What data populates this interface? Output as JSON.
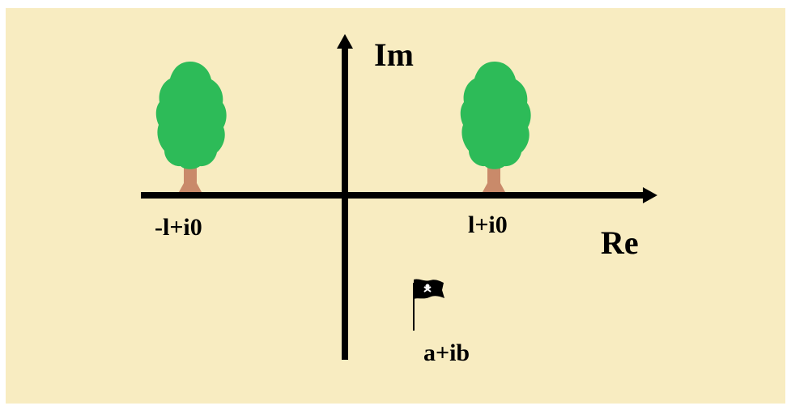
{
  "diagram": {
    "background_color": "#f8ecc1",
    "axes": {
      "real_label": "Re",
      "imag_label": "Im",
      "color": "#000000"
    },
    "points": [
      {
        "id": "left-tree",
        "label": "-l+i0",
        "marker": "tree-icon"
      },
      {
        "id": "right-tree",
        "label": "l+i0",
        "marker": "tree-icon"
      },
      {
        "id": "treasure",
        "label": "a+ib",
        "marker": "pirate-flag-icon"
      }
    ],
    "colors": {
      "tree_foliage": "#2dbb58",
      "tree_trunk": "#c98a6a",
      "flag": "#000000"
    }
  }
}
